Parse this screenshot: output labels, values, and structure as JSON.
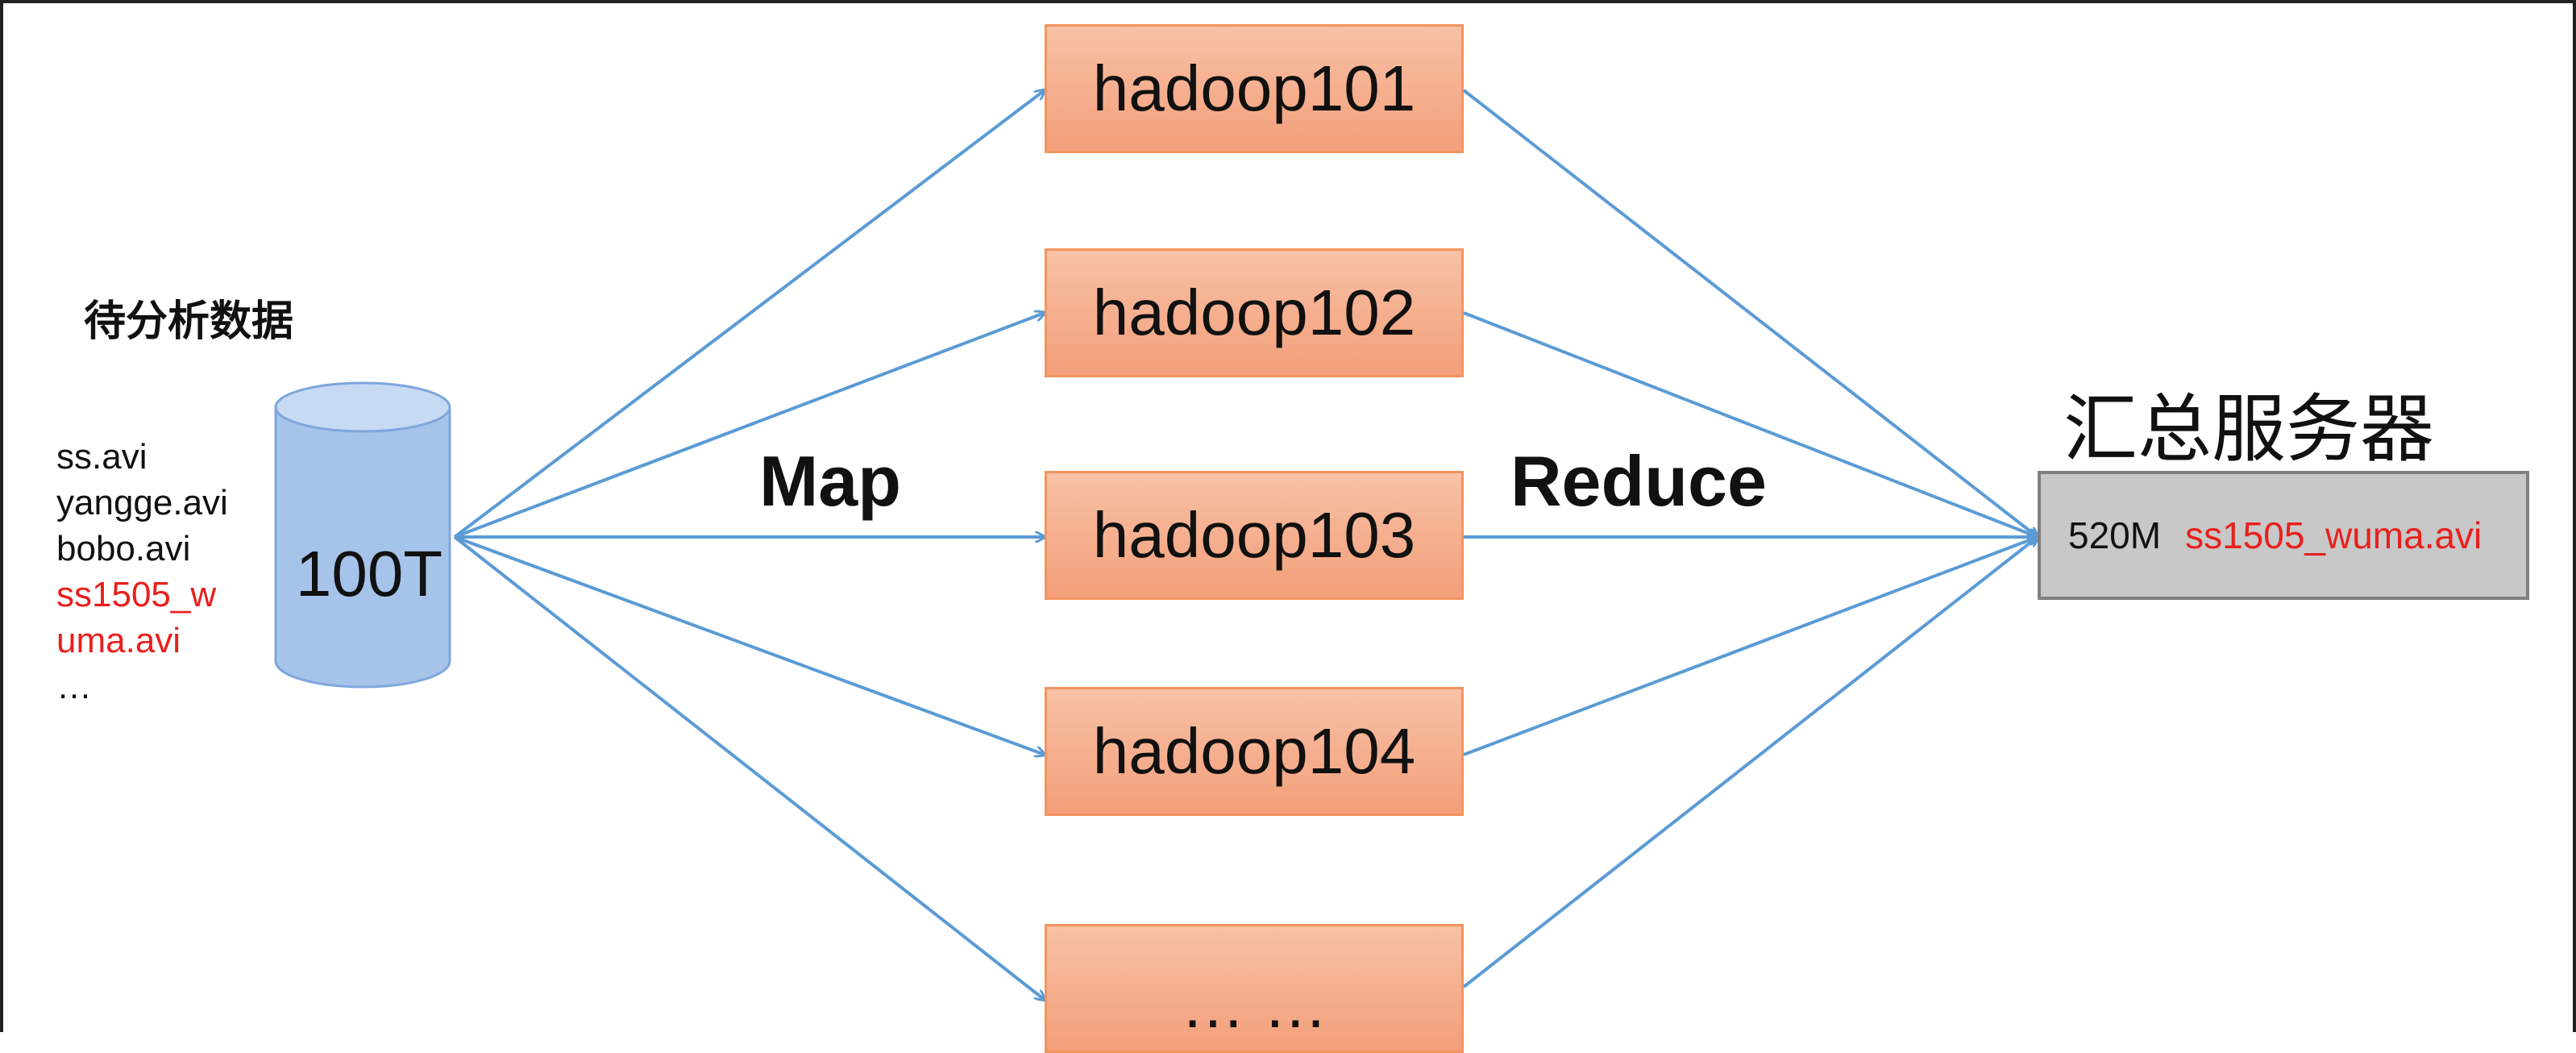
{
  "source": {
    "title": "待分析数据",
    "files": [
      "ss.avi",
      "yangge.avi",
      "bobo.avi",
      "ss1505_w",
      "uma.avi",
      "…"
    ],
    "size": "100T"
  },
  "stages": {
    "map_label": "Map",
    "reduce_label": "Reduce"
  },
  "nodes": [
    "hadoop101",
    "hadoop102",
    "hadoop103",
    "hadoop104",
    "… …"
  ],
  "server": {
    "title": "汇总服务器",
    "size": "520M",
    "file": "ss1505_wuma.avi"
  },
  "colors": {
    "arrow": "#5b9bd5",
    "node_fill": "#f6b094",
    "node_border": "#f2945f",
    "server_fill": "#c8c8c8",
    "highlight_text": "#e8201c"
  }
}
